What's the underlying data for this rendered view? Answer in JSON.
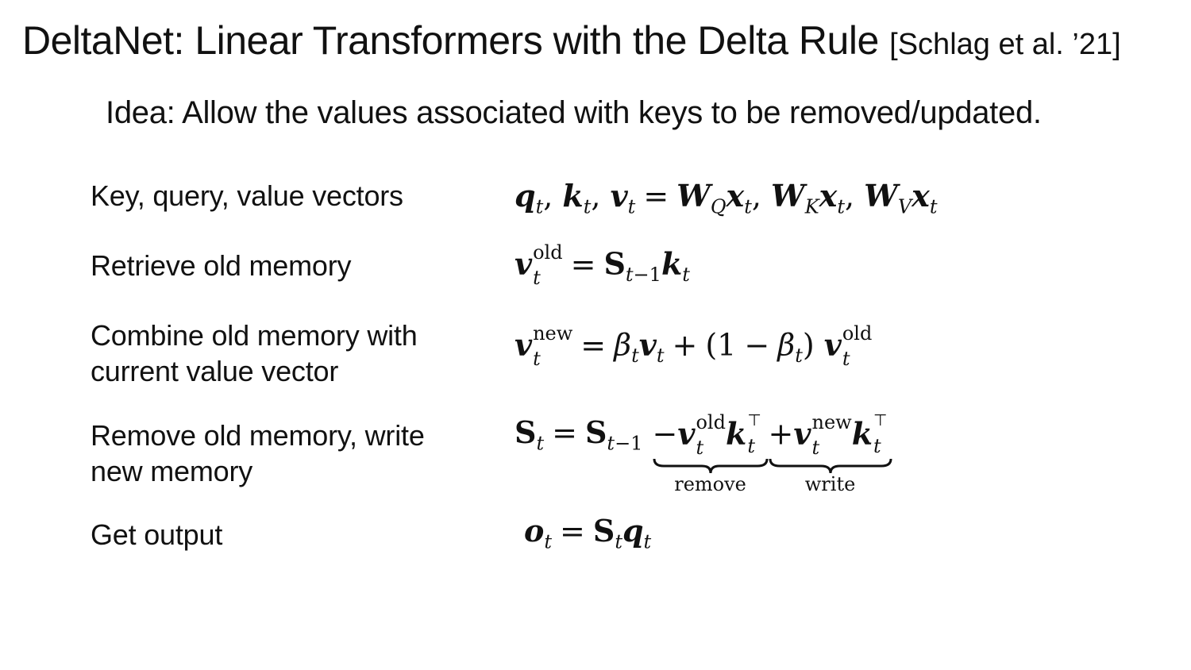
{
  "slide": {
    "title": "DeltaNet: Linear Transformers with the Delta Rule",
    "citation": "[Schlag et al. ’21]",
    "idea": "Idea: Allow the values associated with keys to be removed/updated."
  },
  "rows": [
    {
      "label_lines": [
        "Key, query, value vectors"
      ]
    },
    {
      "label_lines": [
        "Retrieve old memory"
      ]
    },
    {
      "label_lines": [
        "Combine old memory with",
        "current value vector"
      ]
    },
    {
      "label_lines": [
        "Remove old memory, write",
        "new memory"
      ]
    },
    {
      "label_lines": [
        "Get output"
      ]
    }
  ],
  "equations": {
    "superscripts": {
      "old": "old",
      "new": "new",
      "transpose": "⊤"
    },
    "braces": {
      "remove": "remove",
      "write": "write"
    }
  }
}
